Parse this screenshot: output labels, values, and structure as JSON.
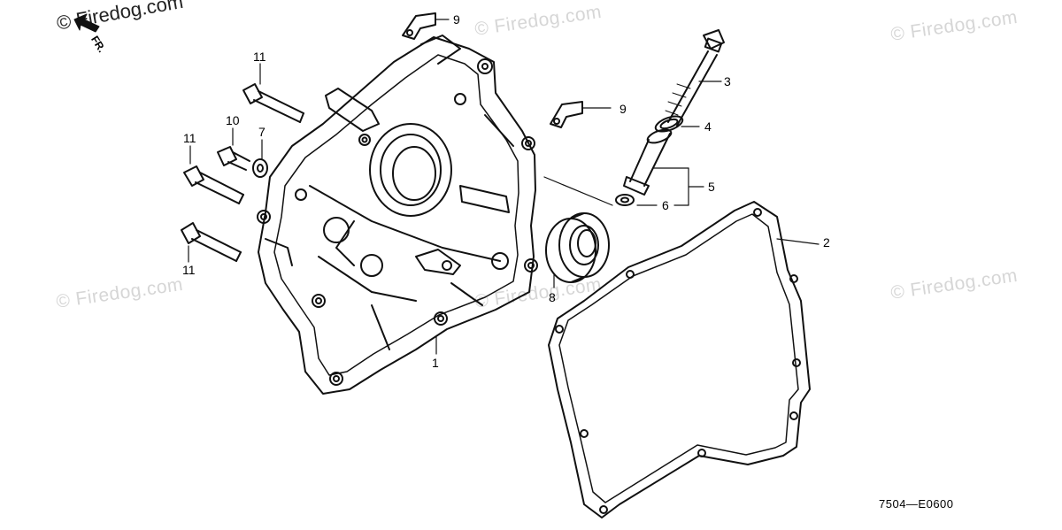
{
  "watermarks": {
    "logo_text": "© Firedog.com",
    "text": "© Firedog.com"
  },
  "direction_label": "FR.",
  "callouts": {
    "n1": "1",
    "n2": "2",
    "n3": "3",
    "n4": "4",
    "n5": "5",
    "n6": "6",
    "n7": "7",
    "n8": "8",
    "n9a": "9",
    "n9b": "9",
    "n10": "10",
    "n11a": "11",
    "n11b": "11",
    "n11c": "11"
  },
  "diagram_code": "7504—E0600",
  "colors": {
    "line": "#111111",
    "watermark": "#d6d6d6"
  }
}
